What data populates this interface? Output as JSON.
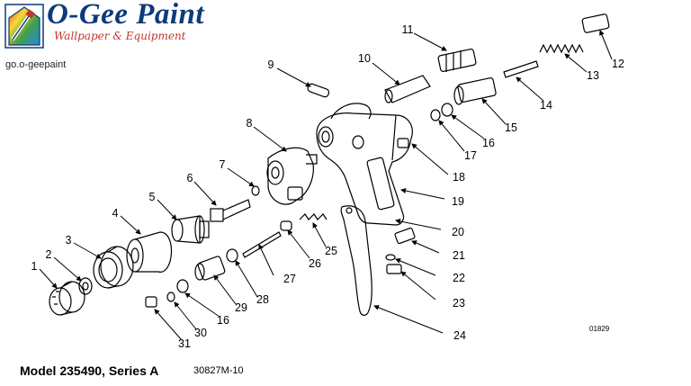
{
  "header": {
    "brand_name": "O-Gee Paint",
    "tagline": "Wallpaper & Equipment",
    "url": "go.o-geepaint"
  },
  "footer": {
    "model": "Model 235490, Series A",
    "doc_number": "30827M-10"
  },
  "figure_code": "01829",
  "callouts": [
    "1",
    "2",
    "3",
    "4",
    "5",
    "6",
    "7",
    "8",
    "9",
    "10",
    "11",
    "12",
    "13",
    "14",
    "15",
    "16",
    "17",
    "18",
    "19",
    "20",
    "21",
    "22",
    "23",
    "24",
    "25",
    "26",
    "27",
    "28",
    "29",
    "30",
    "31"
  ]
}
